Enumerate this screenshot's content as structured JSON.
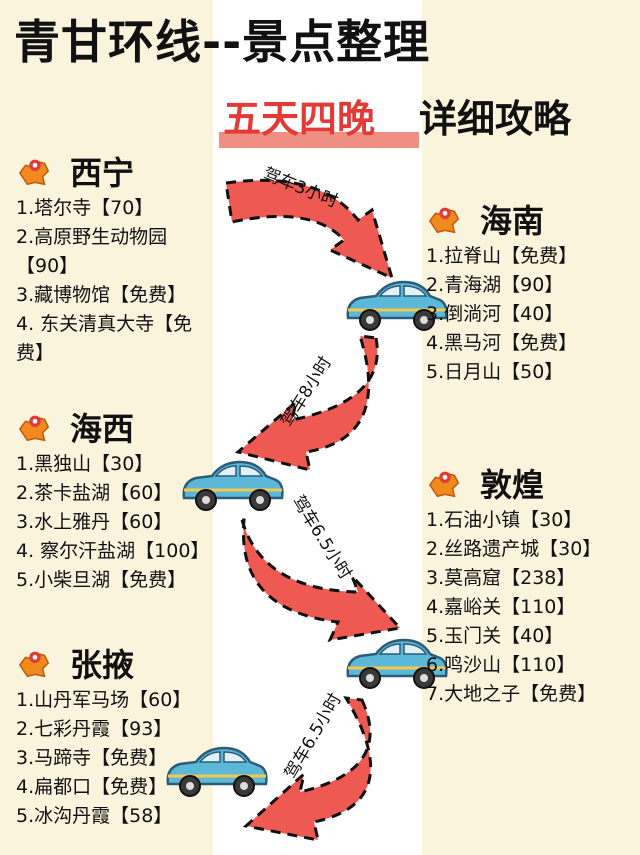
{
  "title": "青甘环线--景点整理",
  "subtitle": {
    "highlight": "五天四晚",
    "rest": "详细攻略"
  },
  "sections": [
    {
      "name": "西宁",
      "items": [
        "1.塔尔寺【70】",
        "2.高原野生动物园【90】",
        "3.藏博物馆【免费】",
        "4. 东关清真大寺【免费】"
      ]
    },
    {
      "name": "海南",
      "items": [
        "1.拉脊山【免费】",
        "2.青海湖【90】",
        "3.倒淌河【40】",
        "4.黑马河【免费】",
        "5.日月山【50】"
      ]
    },
    {
      "name": "海西",
      "items": [
        "1.黑独山【30】",
        "2.茶卡盐湖【60】",
        "3.水上雅丹【60】",
        "4. 察尔汗盐湖【100】",
        "5.小柴旦湖【免费】"
      ]
    },
    {
      "name": "敦煌",
      "items": [
        "1.石油小镇【30】",
        "2.丝路遗产城【30】",
        "3.莫高窟【238】",
        "4.嘉峪关【110】",
        "5.玉门关【40】",
        "6.鸣沙山【110】",
        "7.大地之子【免费】"
      ]
    },
    {
      "name": "张掖",
      "items": [
        "1.山丹军马场【60】",
        "2.七彩丹霞【93】",
        "3.马蹄寺【免费】",
        "4.扁都口【免费】",
        "5.冰沟丹霞【58】"
      ]
    }
  ],
  "drives": [
    "驾车3小时",
    "驾车8小时",
    "驾车6.5小时",
    "驾车6.5小时"
  ],
  "colors": {
    "accent_red": "#e33a36",
    "arrow_red": "#ee5a52",
    "car_blue": "#5cb8d8",
    "bg_cream": "#fbf4dc",
    "marker_orange": "#f08a1c"
  },
  "icons": [
    "map-marker-icon",
    "car-icon",
    "arrow-icon"
  ]
}
